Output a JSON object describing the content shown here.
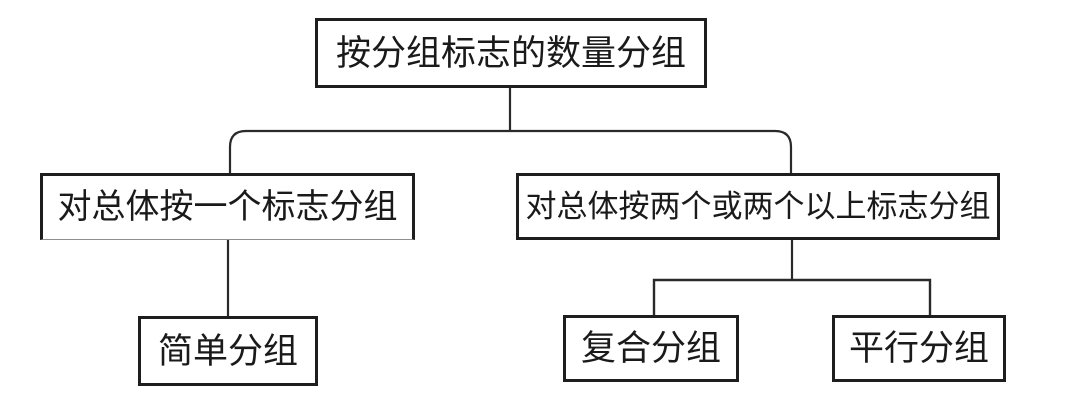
{
  "diagram": {
    "background_color": "#ffffff",
    "box_border_color": "#1e1e1e",
    "line_color": "#2a2a2a",
    "text_color": "#1a1a1a",
    "nodes": [
      {
        "id": "root",
        "label": "按分组标志的数量分组"
      },
      {
        "id": "one",
        "label": "对总体按一个标志分组"
      },
      {
        "id": "two",
        "label": "对总体按两个或两个以上标志分组"
      },
      {
        "id": "simple",
        "label": "简单分组"
      },
      {
        "id": "composite",
        "label": "复合分组"
      },
      {
        "id": "parallel",
        "label": "平行分组"
      }
    ],
    "edges": [
      {
        "from": "root",
        "to": "one"
      },
      {
        "from": "root",
        "to": "two"
      },
      {
        "from": "one",
        "to": "simple"
      },
      {
        "from": "two",
        "to": "composite"
      },
      {
        "from": "two",
        "to": "parallel"
      }
    ]
  }
}
